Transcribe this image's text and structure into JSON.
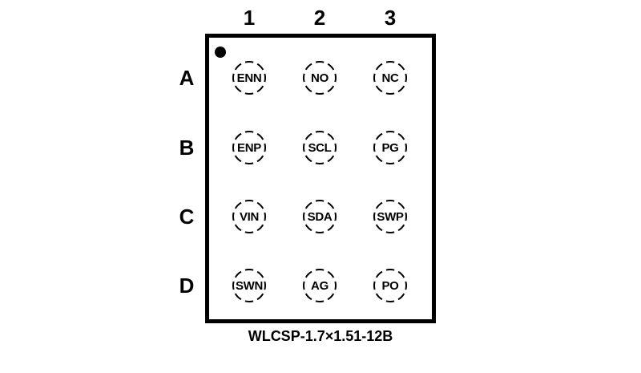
{
  "diagram": {
    "column_headers": [
      "1",
      "2",
      "3"
    ],
    "row_headers": [
      "A",
      "B",
      "C",
      "D"
    ],
    "pins": [
      {
        "position": "A1",
        "name": "ENN"
      },
      {
        "position": "A2",
        "name": "NO"
      },
      {
        "position": "A3",
        "name": "NC"
      },
      {
        "position": "B1",
        "name": "ENP"
      },
      {
        "position": "B2",
        "name": "SCL"
      },
      {
        "position": "B3",
        "name": "PG"
      },
      {
        "position": "C1",
        "name": "VIN"
      },
      {
        "position": "C2",
        "name": "SDA"
      },
      {
        "position": "C3",
        "name": "SWP"
      },
      {
        "position": "D1",
        "name": "SWN"
      },
      {
        "position": "D2",
        "name": "AG"
      },
      {
        "position": "D3",
        "name": "PO"
      }
    ],
    "caption": "WLCSP-1.7×1.51-12B",
    "pin1_marker": "filled-dot-top-left",
    "colors": {
      "ink": "#000000",
      "background": "#ffffff"
    }
  }
}
